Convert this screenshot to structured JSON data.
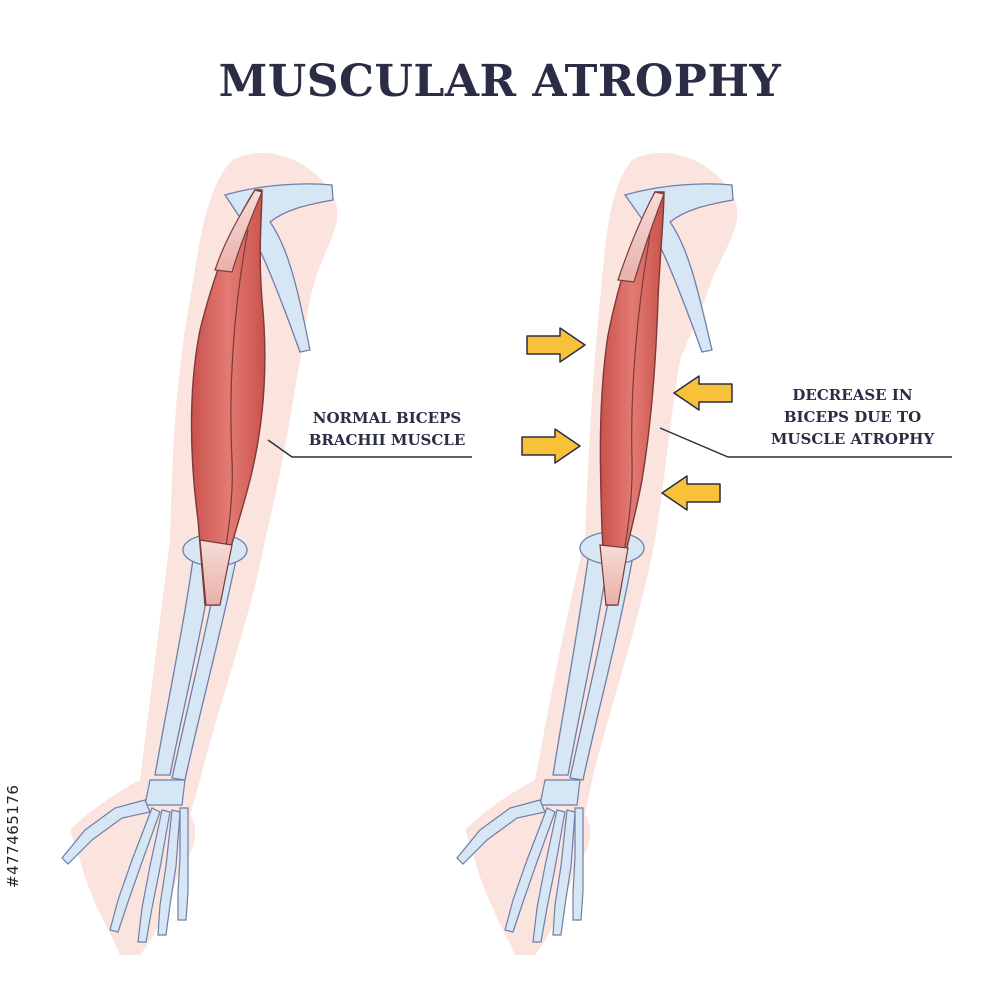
{
  "title": "MUSCULAR ATROPHY",
  "labels": {
    "normal_line1": "NORMAL BICEPS",
    "normal_line2": "BRACHII MUSCLE",
    "atrophy_line1": "DECREASE IN",
    "atrophy_line2": "BICEPS DUE TO",
    "atrophy_line3": "MUSCLE ATROPHY"
  },
  "stock_id": "#477465176",
  "colors": {
    "title": "#2b2d45",
    "skin": "#f9d8d2",
    "muscle": "#d9675f",
    "bone": "#cfe0f2",
    "arrow": "#f7c13a"
  }
}
